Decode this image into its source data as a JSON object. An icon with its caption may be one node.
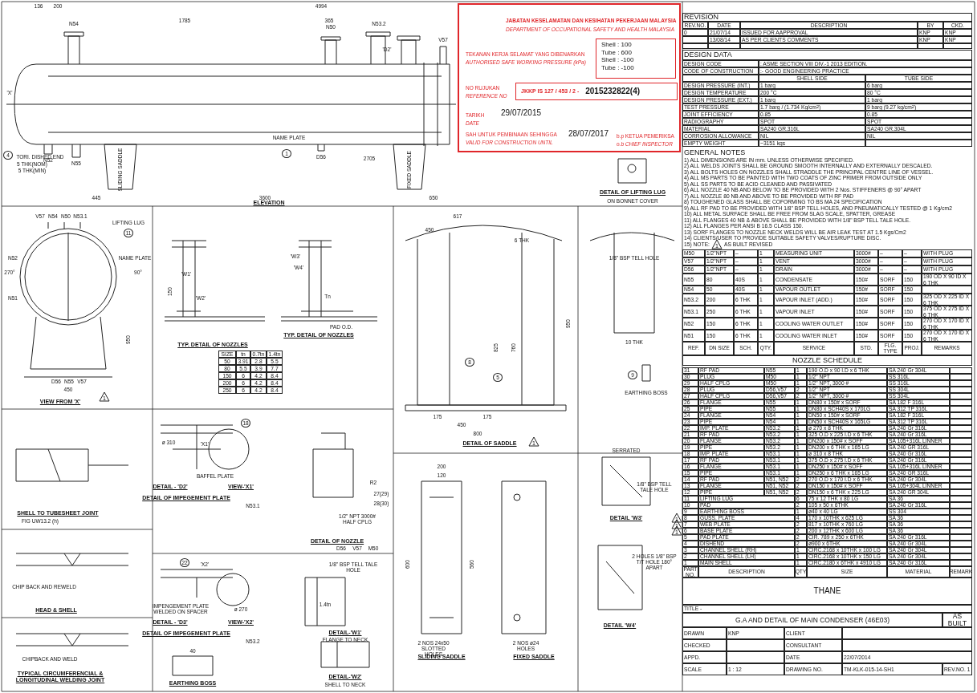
{
  "diagram": {
    "nodes": [
      {
        "text": [
          "JABATAN KESELAMATAN DAN KESIHATAN PEKERJAAN MALAYSIA",
          "DEPARTMENT OF OCCUPATIONAL SAFETY AND HEALTH MALAYSIA",
          "TEKANAN KERJA SELAMAT YANG DIBENARKAN",
          "AUTHORISED SAFE WORKING PRESSURE (kPa)",
          "NO RUJUKAN",
          "REFERENCE NO",
          "TARIKH",
          "DATE",
          "29/07/2015",
          "SAH UNTUK PEMBINAAN SEHINGGA",
          "VALID FOR CONSTRUCTION UNTIL",
          "28/07/2017",
          "b.p KETUA PEMERIKSA",
          "o.b CHIEF INSPECTOR"
        ]
      },
      {
        "text": [
          "Shell : 100",
          "Tube : 600",
          "Shell : -100",
          "Tube : -100"
        ],
        "in": 0
      },
      {
        "text": [
          "JKKP IS 127 / 453 / 2 -",
          "2015232822(4)"
        ],
        "in": 0
      }
    ],
    "labels": [
      "REVISION",
      "REV.NO.",
      "DATE",
      "DESCRIPTION",
      "BY",
      "CKD.",
      "0",
      "21/07/14",
      "ISSUED FOR AAPPROVAL",
      "KNP",
      "KNP",
      "13/08/14",
      "AS PER CLIENTS COMMENTS",
      "KNP",
      "KNP",
      "DESIGN DATA",
      "DESIGN CODE",
      ": ASME SECTION VIII DIV.-1 2013 EDITION.",
      "CODE OF CONSTRUCTION",
      ":- GOOD ENGINEERING PRACTICE",
      "SHELL SIDE",
      "TUBE SIDE",
      "DESIGN PRESSURE (INT.)",
      "1 barg",
      "6 barg",
      "DESIGN TEMPERATURE",
      "200 °C",
      "80 °C",
      "DESIGN PRESSURE (EXT.)",
      "1 barg",
      "1 barg",
      "TEST PRESSURE",
      "1.7 barg / (1.734 Kg/cm$^{2}$)",
      "9 barg (9.27 kg/cm$^{2}$)",
      "JOINT EFFICIENCY",
      "0.85",
      "0.85",
      "RADIOGRAPHY",
      "SPOT",
      "SPOT",
      "MATERIAL",
      "SA240 GR.316L",
      "SA240 GR.304L",
      "CORROSION ALLOWANCE",
      "NIL",
      "NIL",
      "EMPTY WEIGHT",
      "~3151 kgs",
      "GENERAL NOTES",
      "1) ALL DIMENSIONS ARE IN mm. UNLESS OTHERWISE SPECIFIED.",
      "2) ALL WELDS JOINTS SHALL BE GROUND SMOOTH INTERNALLY AND EXTERNALLY DESCALED.",
      "3) ALL BOLTS HOLES ON NOZZLES SHALL STRADDLE THE PRINCIPAL CENTRE LINE OF VESSEL.",
      "4) ALL MS PARTS TO BE PAINTED WITH TWO COATS OF ZINC PRIMER FROM OUTSIDE ONLY",
      "5) ALL SS PARTS TO BE ACID CLEANED AND PASSIVATED",
      "6) ALL NOZZLE 40 NB AND BELOW TO BE PROVIDED WITH 2 Nos. STIFFENERS @ 90° APART",
      "7) ALL NOZZLE 80 NB AND ABOVE TO BE PROVIDED WITH RF PAD",
      "8) TOUGHENED GLASS SHALL BE COFORMING TO BS MA 24 SPECIFICATION",
      "9) ALL RF PAD TO BE PROVIDED WITH 1/8\" BSP TELL HOLES, AND PNEUMATICALLY TESTED @ 1 Kg/cm2",
      "10) ALL METAL SURFACE SHALL BE FREE FROM SLAG SCALE, SPATTER, GREASE",
      "11) ALL FLANGES 40 NB & ABOVE SHALL BE PROVIDED WITH 1/8\" BSP TELL TALE HOLE.",
      "12) ALL FLANGES PER ANSI B 16.5 CLASS 150.",
      "13) SORF FLANGES TO NOZZLE NECK WELDS WILL BE AIR LEAK TEST AT 1.5 Kgs/Cm2",
      "14) CLIENTS/USER TO PROVIDE SUITABLE SAFETY VALVES/RUPTURE DISC.",
      "15) NOTE:",
      "AS BUILT REVISED",
      "M50",
      "1/2\"NPT",
      "–",
      "1",
      "MEASURING UNIT",
      "3000#",
      "–",
      "–",
      "WITH PLUG",
      "V57",
      "1/2\"NPT",
      "–",
      "1",
      "VENT",
      "3000#",
      "–",
      "–",
      "WITH PLUG",
      "D56",
      "1/2\"NPT",
      "–",
      "1",
      "DRAIN",
      "3000#",
      "–",
      "–",
      "WITH PLUG",
      "N55",
      "80",
      "40S",
      "1",
      "CONDENSATE",
      "150#",
      "SORF",
      "150",
      "190 OD X 90 ID X 6 THK",
      "N54",
      "50",
      "40S",
      "1",
      "VAPOUR OUTLET",
      "150#",
      "SORF",
      "150",
      "N53.2",
      "200",
      "6 THK",
      "1",
      "VAPOUR INLET (ADD.)",
      "150#",
      "SORF",
      "150",
      "325 OD X 225 ID X 6 THK",
      "N53.1",
      "250",
      "6 THK",
      "1",
      "VAPOUR INLET",
      "150#",
      "SORF",
      "150",
      "375 OD X 275 ID X 6 THK",
      "N52",
      "150",
      "6 THK",
      "1",
      "COOLING WATER OUTLET",
      "150#",
      "SORF",
      "150",
      "270 OD X 170 ID X 6 THK",
      "N51",
      "150",
      "6 THK",
      "1",
      "COOLING WATER INLET",
      "150#",
      "SORF",
      "150",
      "270 OD X 170 ID X 6 THK",
      "REF.",
      "DN SIZE",
      "SCH.",
      "QTY.",
      "SERVICE",
      "STD.",
      "FLG. TYPE",
      "PROJ.",
      "REMARKS",
      "NOZZLE SCHEDULE",
      "31",
      "RF PAD",
      "N55",
      "1",
      "190 O.D x 90 I.D x 6 THK",
      "SA 240 Gr 304L",
      "30",
      "PLUG",
      "M50",
      "1",
      "1/2\" NPT",
      "SS 316L",
      "29",
      "HALF CPLG",
      "M50",
      "1",
      "1/2\" NPT, 3000 #",
      "SS 316L",
      "28",
      "PLUG",
      "D56,V57",
      "2",
      "1/2\" NPT",
      "SS 304L",
      "27",
      "HALF CPLG",
      "D56,V57",
      "2",
      "1/2\" NPT, 3000 #",
      "SS 304L",
      "26",
      "FLANGE",
      "N55",
      "1",
      "DN80 x 150# x SORF",
      "SA 182 F 316L",
      "25",
      "PIPE",
      "N55",
      "1",
      "DN80 x SCH40S x 170LG",
      "SA 312 TP 316L",
      "24",
      "FLANGE",
      "N54",
      "1",
      "DN50 x 150# x SORF",
      "SA 182 F 316L",
      "23",
      "PIPE",
      "N54",
      "1",
      "DN50 x SCH40S x 165LG",
      "SA 312 TP 316L",
      "22",
      "IMP. PLATE",
      "N53.2",
      "1",
      "ø 270 x 8 THK",
      "SA 240 Gr 316L",
      "21",
      "RF PAD",
      "N53.2",
      "1",
      "325 O.D x 225 I.D x 6 THK",
      "SA 240 Gr 316L",
      "20",
      "FLANGE",
      "N53.2",
      "1",
      "DN200 x 150# x SOFF",
      "SA 105+316L LINNER",
      "19",
      "PIPE",
      "N53.2",
      "1",
      "DN200 x 6 THK x 165 LG",
      "SA 240 GR 316L",
      "18",
      "IMP. PLATE",
      "N53.1",
      "1",
      "ø 310 x 8 THK",
      "SA 240 Gr 316L",
      "17",
      "RF PAD",
      "N53.1",
      "1",
      "375 O.D x 275 I.D x 6 THK",
      "SA 240 Gr 316L",
      "16",
      "FLANGE",
      "N53.1",
      "1",
      "DN250 x 150# x SOFF",
      "SA 105+316L LINNER",
      "15",
      "PIPE",
      "N53.1",
      "1",
      "DN250 x 6 THK x 165 LG",
      "SA 240 GR 316L",
      "14",
      "RF PAD",
      "N51, N52",
      "2",
      "270 O.D x 170 I.D x 6 THK",
      "SA 240 Gr 304L",
      "13",
      "FLANGE",
      "N51, N52",
      "2",
      "DN150 x 150# x SOFF",
      "SA 105+304L LINNER",
      "12",
      "PIPE",
      "N51, N52",
      "2",
      "DN150 x 6 THK x 225 LG",
      "SA 240 GR 304L",
      "11",
      "LIFTING LUG",
      "6",
      "75 x 12 THK x 80 LG",
      "SA 36",
      "10",
      "PAD",
      "2",
      "105 x 50 x 6THK",
      "SA 240 Gr 316L",
      "9",
      "EARTHING BOSS",
      "1",
      "ø40 x 40 LG",
      "SS 304",
      "8",
      "GUSS. PLATE",
      "4",
      "170 x 10THK x 625 LG",
      "SA 36",
      "7",
      "WEB PLATE",
      "2",
      "817 x 10THK x 760 LG",
      "SA 36",
      "6",
      "BASE PLATE",
      "2",
      "200 x 12THK x 600 LG",
      "SA 36",
      "5",
      "PAD PLATE",
      "2",
      "CIR. 789 x 250 x 6THK",
      "SA 240 Gr 316L",
      "4",
      "DISHEND",
      "2",
      "ø900 x 6THK",
      "SA 240 Gr 304L",
      "3",
      "CHANNEL SHELL (RH)",
      "1",
      "CIRC.2168 x 10THK x 100 LG",
      "SA 240 Gr 304L",
      "2",
      "CHANNEL SHELL (LH)",
      "1",
      "CIRC.2168 x 10THK x 150 LG",
      "SA 240 Gr 304L",
      "1",
      "MAIN SHELL",
      "1",
      "CIRC.2180 x 6THK x 4910 LG",
      "SA 240 Gr 316L",
      "PART NO.",
      "DESCRIPTION",
      "QTY",
      "SIZE",
      "MATERIAL",
      "REMARK",
      "THANE",
      "TITLE -",
      "G.A AND DETAIL OF MAIN CONDENSER (46E03)",
      "AS BUILT",
      "DRAWN",
      "KNP",
      "CLIENT",
      "CHECKED",
      "CONSULTANT",
      "APPD.",
      "DATE",
      "22/07/2014",
      "SCALE",
      "1 : 12",
      "DRAWING NO.",
      "TM-KLK-015-14-SH1",
      "REV.NO. 1",
      "SIZE",
      "tn",
      "0.7tn",
      "1.4tn",
      "50",
      "3.91",
      "2.8",
      "5.5",
      "80",
      "5.5",
      "3.9",
      "7.7",
      "150",
      "6",
      "4.2",
      "8.4",
      "200",
      "6",
      "4.2",
      "8.4",
      "250",
      "6",
      "4.2",
      "8.4",
      "136",
      "200",
      "1785",
      "4994",
      "365",
      "'X'",
      "'D2'",
      "N54",
      "N50",
      "N53.2",
      "V57",
      "4",
      "TORI. DISHED END",
      "5 THK(NOM)",
      "5 THK(MIN)",
      "N52",
      "N55",
      "D56",
      "1",
      "NAME PLATE",
      "SLIDING SADDLE",
      "FIXED SADDLE",
      "2705",
      "445",
      "3600",
      "650",
      "ELEVATION",
      "DETAIL OF LIFTING LUG",
      "ON BONNET COVER",
      "V57",
      "N54",
      "N50",
      "N53.1",
      "LIFTING LUG",
      "11",
      "N52",
      "NAME PLATE",
      "N51",
      "270°",
      "90°",
      "950",
      "D56",
      "N55",
      "V57",
      "450",
      "VIEW FROM 'X'",
      "'W1'",
      "'W2'",
      "150",
      "TYP. DETAIL OF NOZZLES",
      "'W3'",
      "'W4'",
      "Tn",
      "PAD O.D.",
      "TYP. DETAIL OF NOZZLES",
      "617",
      "450",
      "6 THK",
      "1/8\" BSP TELL HOLE",
      "10 THK",
      "EARTHING BOSS",
      "9",
      "8",
      "5",
      "825",
      "760",
      "950",
      "175",
      "175",
      "450",
      "800",
      "DETAIL OF SADDLE",
      "SHELL TO TUBESHEET JOINT",
      "FIG UW13.2 (h)",
      "CHIP BACK AND REWELD",
      "HEAD & SHELL",
      "CHIPBACK AND WELD",
      "TYPICAL CIRCUMFERENCIAL & LONGITUDINAL WELDING JOINT",
      "ø 310",
      "'X1'",
      "BAFFEL PLATE",
      "18",
      "DETAIL - 'D2'",
      "VIEW-'X1'",
      "DETAIL OF IMPEGEMENT PLATE",
      "N53.1",
      "R2",
      "1/2\" NPT 3000# HALF CPLG",
      "27(29)",
      "28(30)",
      "DETAIL OF NOZZLE",
      "D56",
      "V57",
      "M50",
      "22",
      "'X2'",
      "ø 270",
      "IMPENGEMENT PLATE WELDED ON SPACER",
      "DETAIL - 'D3'",
      "VIEW-'X2'",
      "DETAIL OF IMPEGEMENT PLATE",
      "N53.2",
      "1/8\" BSP TELL TALE HOLE",
      "1.4tn",
      "DETAIL-'W1'",
      "FLANGE TO NECK",
      "40",
      "EARTHING BOSS",
      "DETAIL-'W2'",
      "SHELL TO NECK",
      "200",
      "120",
      "600",
      "560",
      "2 NOS 24x50 SLOTTED HOLES",
      "SLIDING SADDLE",
      "FIXED SADDLE",
      "2 NOS ø24 HOLES",
      "SERRATED",
      "1/8\" BSP TELL TALE HOLE",
      "DETAIL 'W3'",
      "2 HOLES 1/8\" BSP T/T HOLE 180° APART",
      "DETAIL 'W4'",
      "1",
      "1",
      "1",
      "1",
      "1",
      "1"
    ]
  }
}
